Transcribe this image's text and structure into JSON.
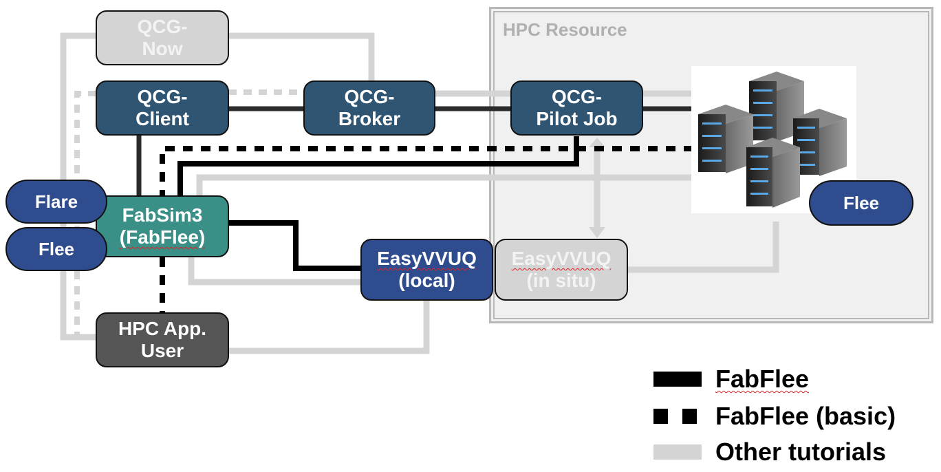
{
  "hpc_resource": {
    "label": "HPC Resource"
  },
  "nodes": {
    "qcg_now": {
      "line1": "QCG-",
      "line2": "Now"
    },
    "qcg_client": {
      "line1": "QCG-",
      "line2": "Client"
    },
    "qcg_broker": {
      "line1": "QCG-",
      "line2": "Broker"
    },
    "qcg_pilot_job": {
      "line1": "QCG-",
      "line2": "Pilot Job"
    },
    "fabsim3": {
      "line1": "FabSim3",
      "line2": "(FabFlee)"
    },
    "easyvvuq_local": {
      "line1": "EasyVVUQ",
      "line2": "(local)"
    },
    "easyvvuq_insitu": {
      "line1": "EasyVVUQ",
      "line2": "(in situ)"
    },
    "hpc_app_user": {
      "line1": "HPC App.",
      "line2": "User"
    }
  },
  "pills": {
    "flare": "Flare",
    "flee_left": "Flee",
    "flee_right": "Flee"
  },
  "legend": [
    {
      "style": "solid",
      "label": "FabFlee"
    },
    {
      "style": "dashed",
      "label": "FabFlee (basic)"
    },
    {
      "style": "light",
      "label": "Other tutorials"
    }
  ],
  "colors": {
    "fabflee": "#000000",
    "other_tutorials": "#d4d4d4",
    "qcg_nodes": "#2f5573",
    "fabsim": "#3a8f86",
    "easyvvuq": "#2f4d8e",
    "hpc_user": "#555555"
  },
  "icons": [
    "server-rack-cluster-icon"
  ]
}
